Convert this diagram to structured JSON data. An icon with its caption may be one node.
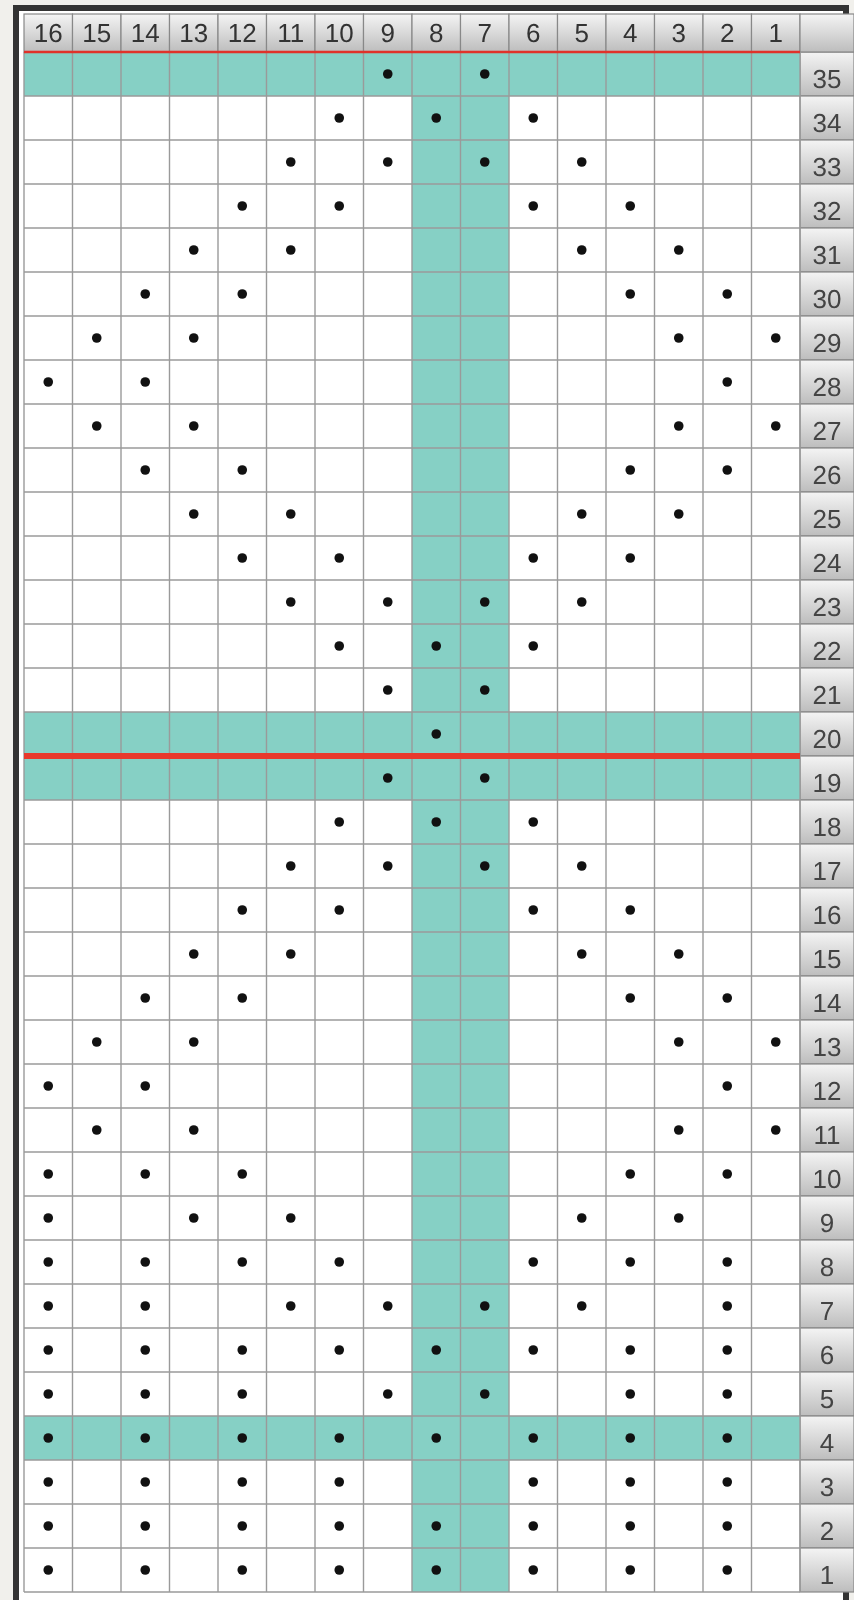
{
  "diagram": {
    "labels": [
      "16",
      "15",
      "14",
      "13",
      "12",
      "11",
      "10",
      "9",
      "8",
      "7",
      "6",
      "5",
      "4",
      "3",
      "2",
      "1",
      "35",
      "34",
      "33",
      "32",
      "31",
      "30",
      "29",
      "28",
      "27",
      "26",
      "25",
      "24",
      "23",
      "22",
      "21",
      "20",
      "19",
      "18",
      "17",
      "16",
      "15",
      "14",
      "13",
      "12",
      "11",
      "10",
      "9",
      "8",
      "7",
      "6",
      "5",
      "4",
      "3",
      "2",
      "1"
    ]
  }
}
